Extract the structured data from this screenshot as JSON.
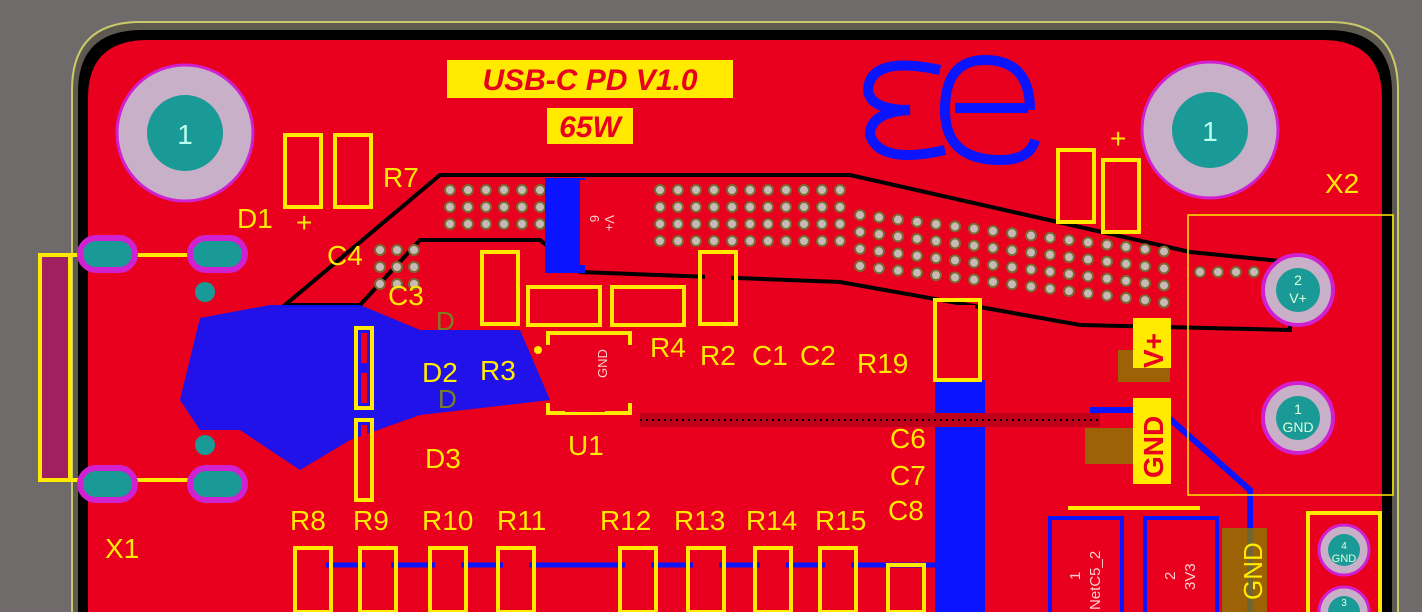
{
  "board": {
    "title": "USB-C PD V1.0",
    "power": "65W",
    "colors": {
      "background": "#6f6b6b",
      "top_copper": "#e8001e",
      "bottom_copper": "#0a14ff",
      "silkscreen": "#ffea00",
      "outline": "#000000",
      "via": "#c8b8b8",
      "pad_teal": "#1a9a96"
    }
  },
  "mounting_holes": [
    {
      "label": "1"
    },
    {
      "label": "1"
    }
  ],
  "designators": {
    "R7": "R7",
    "D1": "D1",
    "C4": "C4",
    "C3": "C3",
    "D2": "D2",
    "R3": "R3",
    "D3": "D3",
    "U1": "U1",
    "R4": "R4",
    "R2": "R2",
    "C1": "C1",
    "C2": "C2",
    "R19": "R19",
    "C6": "C6",
    "C7": "C7",
    "C8": "C8",
    "X1": "X1",
    "X2": "X2",
    "R8": "R8",
    "R9": "R9",
    "R10": "R10",
    "R11": "R11",
    "R12": "R12",
    "R13": "R13",
    "R14": "R14",
    "R15": "R15"
  },
  "polarity": {
    "plus": "+"
  },
  "x2_pads": [
    {
      "num": "2",
      "net": "V+"
    },
    {
      "num": "1",
      "net": "GND"
    }
  ],
  "x3_pads": [
    {
      "num": "4",
      "net": "GND"
    },
    {
      "num": "3",
      "net": ""
    }
  ],
  "net_labels": {
    "vplus": "V+",
    "gnd": "GND",
    "gnd2": "GND",
    "u1_pad": "GND",
    "top_pad": "V+",
    "top_pad_num": "6",
    "d_mark": "D"
  },
  "inductors": [
    {
      "num": "1",
      "net": "NetC5_2"
    },
    {
      "num": "2",
      "net": "3V3"
    }
  ]
}
